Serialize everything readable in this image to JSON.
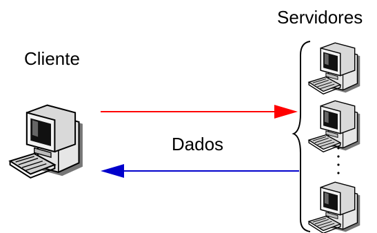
{
  "labels": {
    "client": "Cliente",
    "servers": "Servidores",
    "data": "Dados"
  },
  "colors": {
    "request_arrow": "#ff0000",
    "response_arrow": "#0000cc",
    "background": "#ffffff"
  },
  "icons": {
    "client": "desktop-computer-icon",
    "server": "desktop-computer-icon",
    "brace": "curly-brace"
  },
  "server_count_shown": 3
}
